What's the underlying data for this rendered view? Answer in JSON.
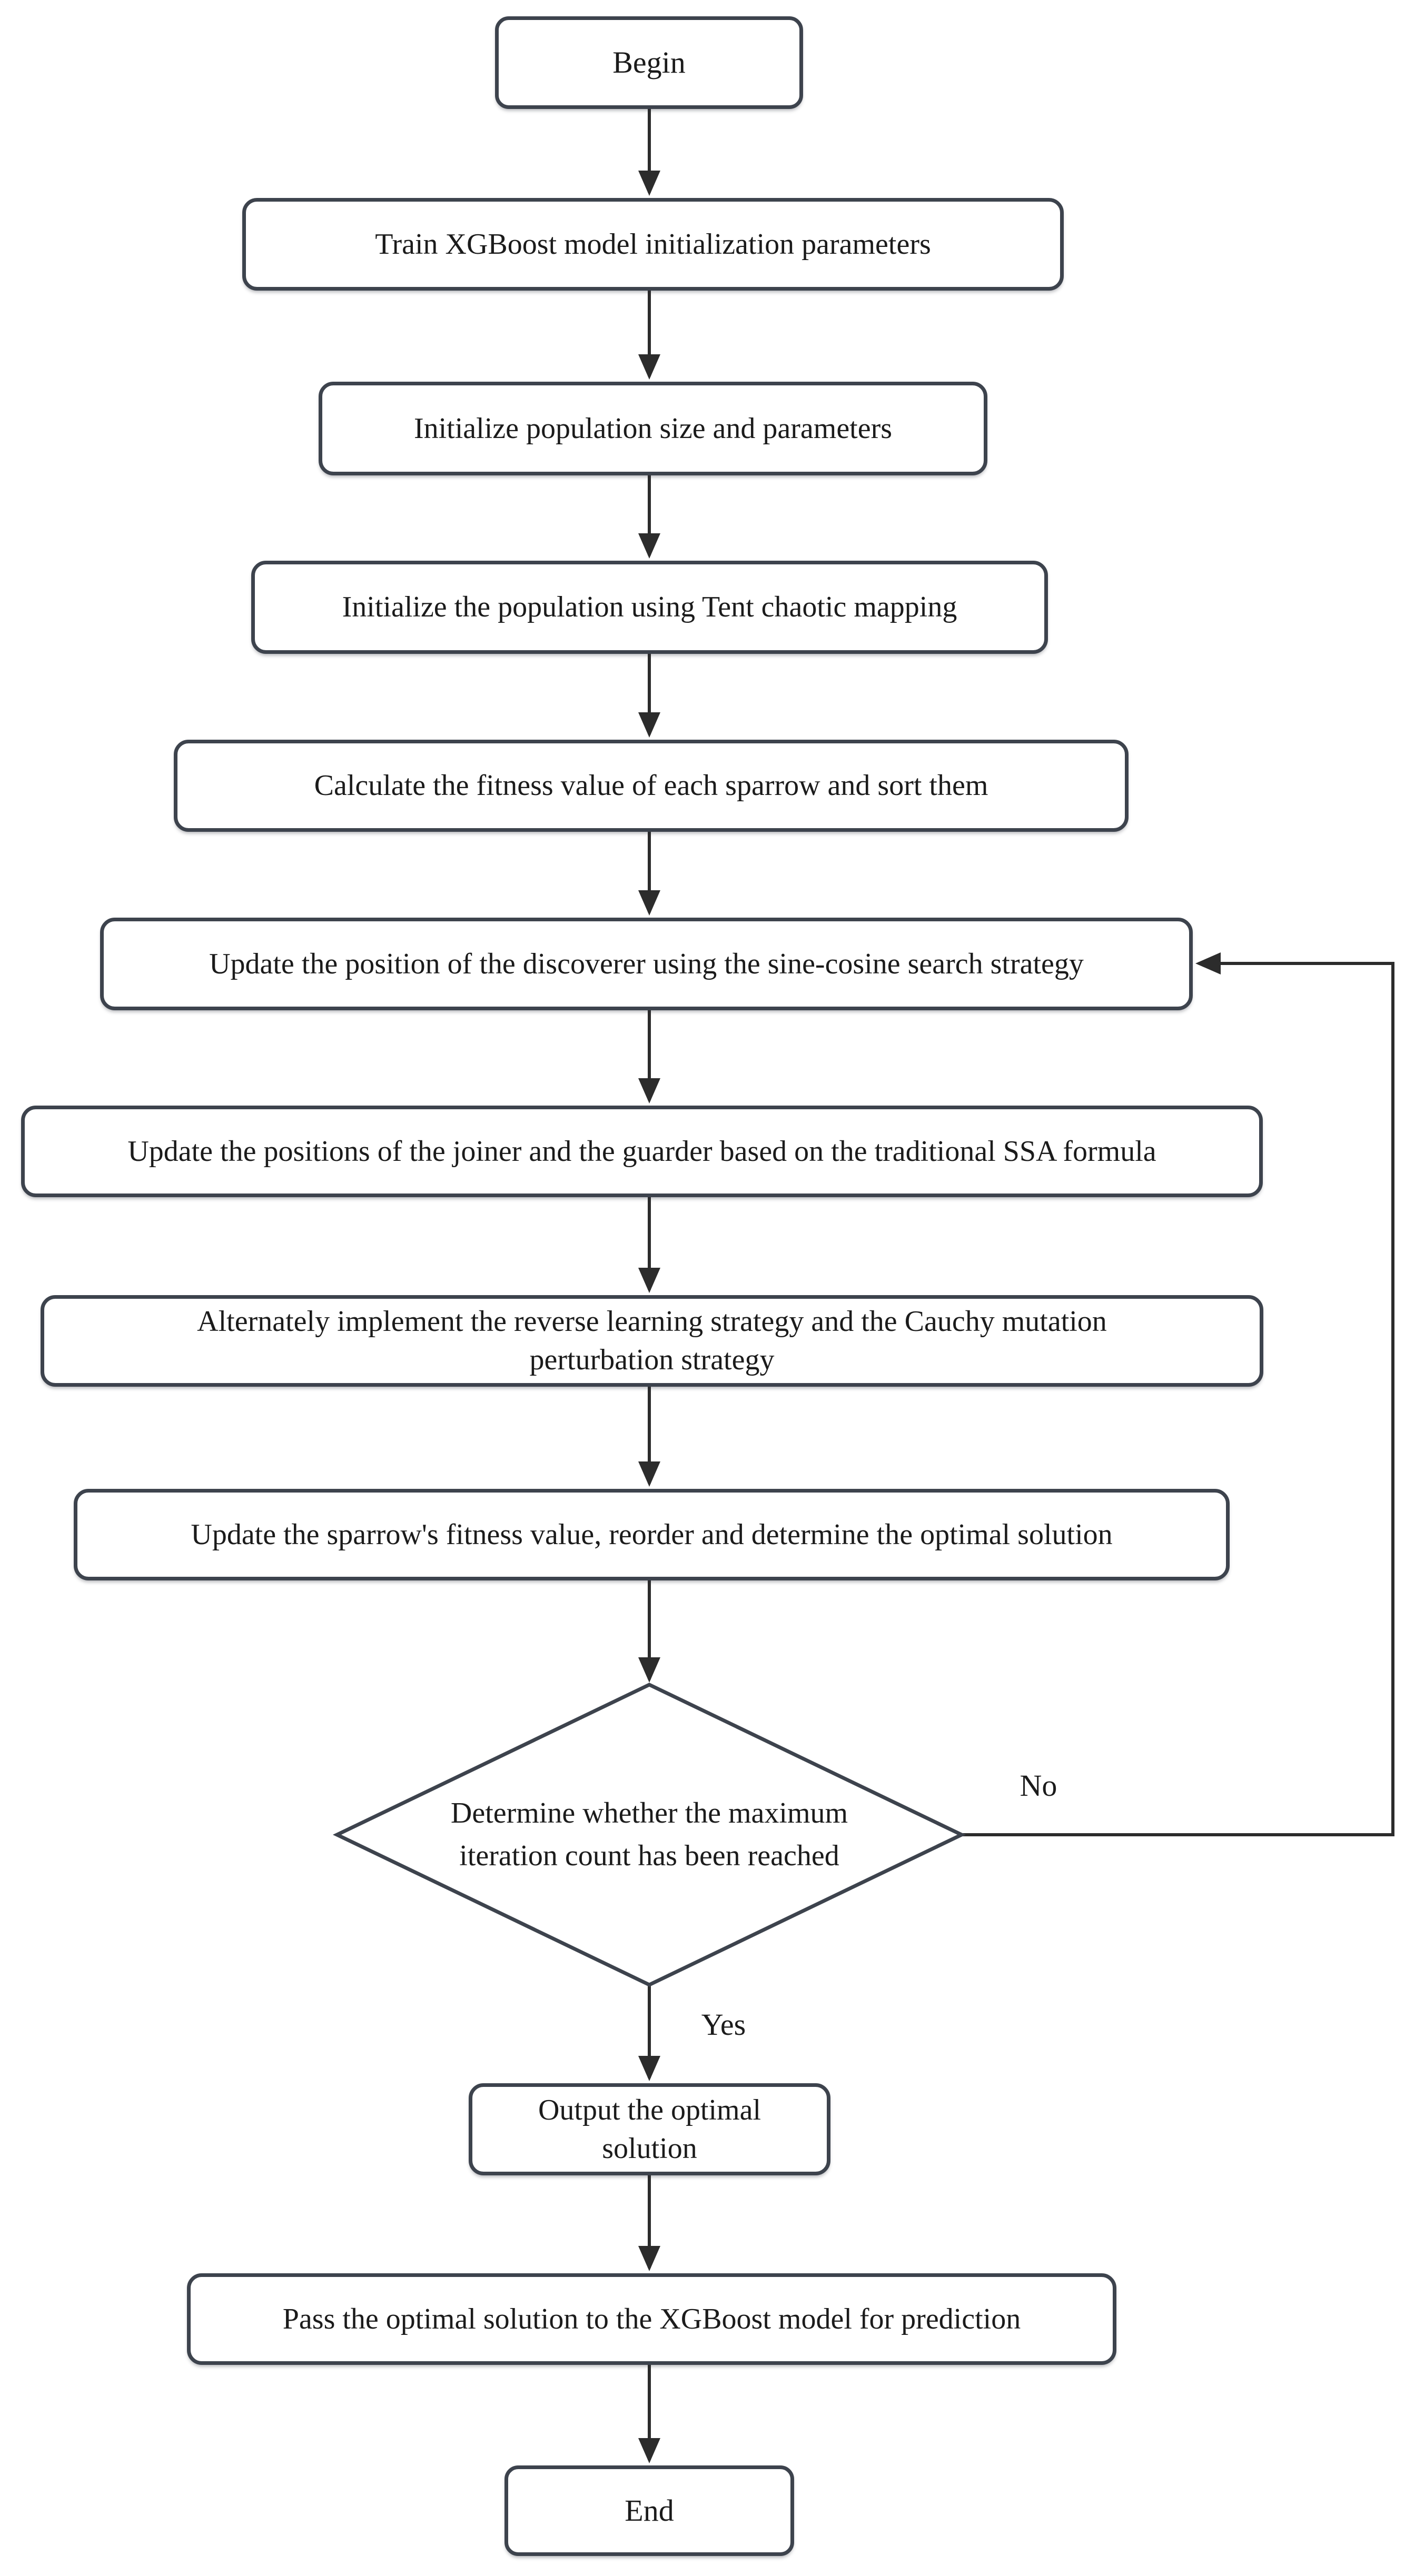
{
  "flowchart": {
    "colors": {
      "background": "#ffffff",
      "node_border": "#3d434d",
      "connector": "#2c2c2c",
      "text": "#1b1b1b"
    },
    "nodes": [
      {
        "id": "begin",
        "type": "terminator",
        "label": "Begin"
      },
      {
        "id": "train-xgboost",
        "type": "process",
        "label": "Train XGBoost model initialization parameters"
      },
      {
        "id": "init-population-size",
        "type": "process",
        "label": "Initialize population size and parameters"
      },
      {
        "id": "tent-chaotic-mapping",
        "type": "process",
        "label": "Initialize the population using Tent chaotic mapping"
      },
      {
        "id": "calculate-fitness",
        "type": "process",
        "label": "Calculate the fitness value of each sparrow and sort them"
      },
      {
        "id": "update-discoverer",
        "type": "process",
        "label": "Update the position of the discoverer using the sine-cosine search strategy"
      },
      {
        "id": "update-joiner-guarder",
        "type": "process",
        "label": "Update the positions of the joiner and the guarder based on the traditional SSA formula"
      },
      {
        "id": "alternate-strategies",
        "type": "process",
        "label": "Alternately implement the reverse learning strategy and the Cauchy mutation perturbation strategy",
        "lines": [
          "Alternately implement the reverse learning strategy and the Cauchy mutation",
          "perturbation strategy"
        ]
      },
      {
        "id": "update-sparrow-fitness",
        "type": "process",
        "label": "Update the sparrow's fitness value, reorder and determine the optimal solution"
      },
      {
        "id": "max-iteration-decision",
        "type": "decision",
        "label": "Determine whether the maximum iteration count has been reached",
        "lines": [
          "Determine whether the maximum",
          "iteration count has been reached"
        ]
      },
      {
        "id": "output-optimal",
        "type": "process",
        "label": "Output the optimal solution",
        "lines": [
          "Output the optimal",
          "solution"
        ]
      },
      {
        "id": "pass-to-xgboost",
        "type": "process",
        "label": "Pass the optimal solution to the XGBoost model for prediction"
      },
      {
        "id": "end",
        "type": "terminator",
        "label": "End"
      }
    ],
    "edges": [
      {
        "from": "begin",
        "to": "train-xgboost",
        "label": ""
      },
      {
        "from": "train-xgboost",
        "to": "init-population-size",
        "label": ""
      },
      {
        "from": "init-population-size",
        "to": "tent-chaotic-mapping",
        "label": ""
      },
      {
        "from": "tent-chaotic-mapping",
        "to": "calculate-fitness",
        "label": ""
      },
      {
        "from": "calculate-fitness",
        "to": "update-discoverer",
        "label": ""
      },
      {
        "from": "update-discoverer",
        "to": "update-joiner-guarder",
        "label": ""
      },
      {
        "from": "update-joiner-guarder",
        "to": "alternate-strategies",
        "label": ""
      },
      {
        "from": "alternate-strategies",
        "to": "update-sparrow-fitness",
        "label": ""
      },
      {
        "from": "update-sparrow-fitness",
        "to": "max-iteration-decision",
        "label": ""
      },
      {
        "from": "max-iteration-decision",
        "to": "output-optimal",
        "label": "Yes"
      },
      {
        "from": "max-iteration-decision",
        "to": "update-discoverer",
        "label": "No"
      },
      {
        "from": "output-optimal",
        "to": "pass-to-xgboost",
        "label": ""
      },
      {
        "from": "pass-to-xgboost",
        "to": "end",
        "label": ""
      }
    ]
  }
}
